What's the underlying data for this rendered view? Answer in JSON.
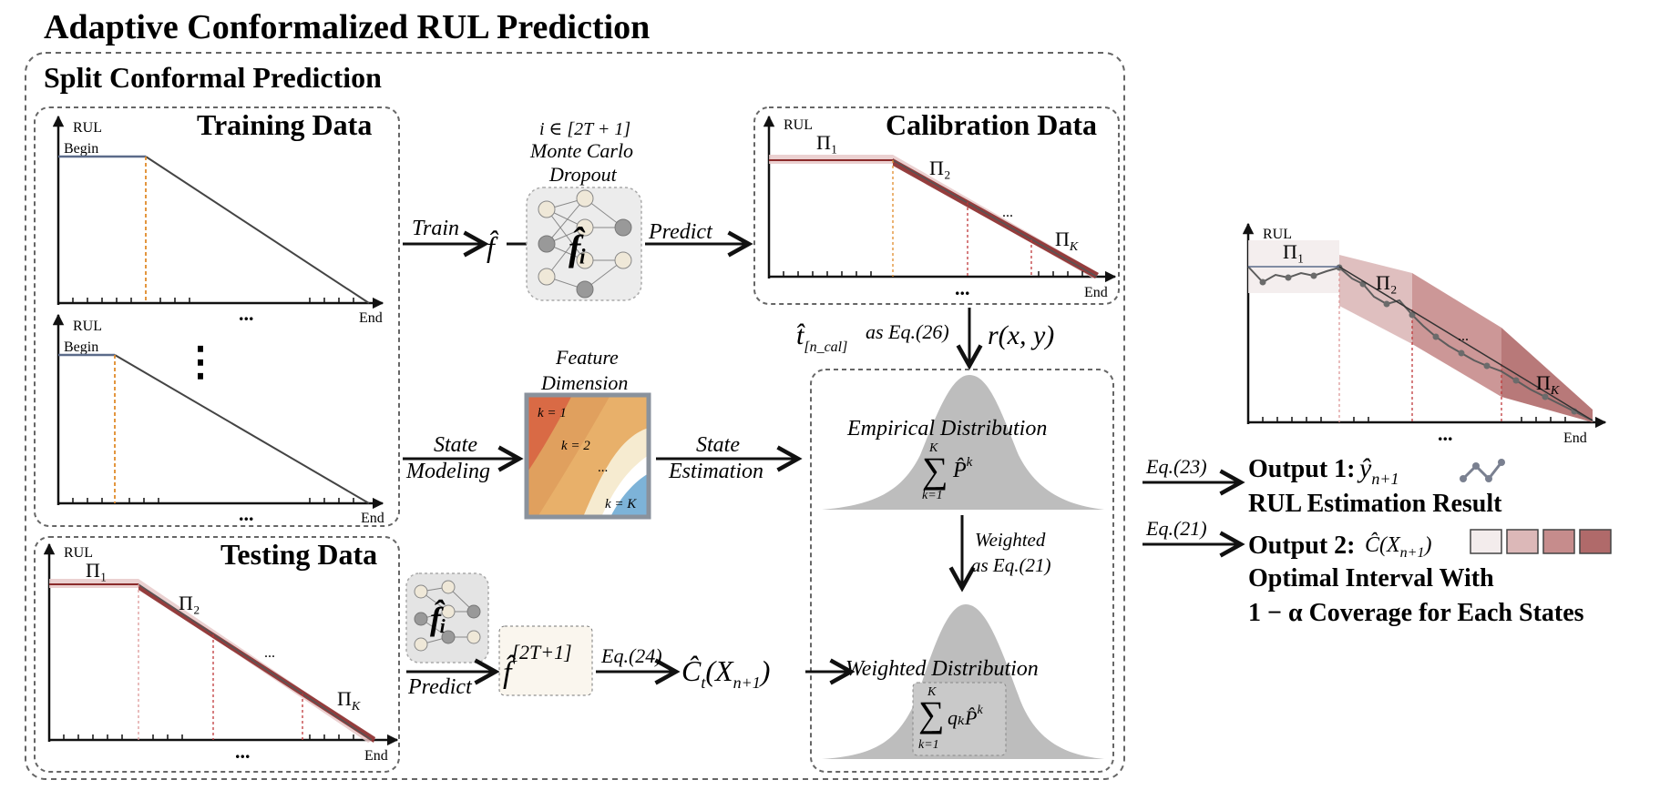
{
  "title": "Adaptive Conformalized RUL Prediction",
  "split_section_title": "Split Conformal Prediction",
  "axis": {
    "rul": "RUL",
    "begin": "Begin",
    "end": "End",
    "dots": "...",
    "vdots": "⋮"
  },
  "training_title": "Training Data",
  "testing_title": "Testing Data",
  "calibration_title": "Calibration Data",
  "stages": {
    "pi1": "Π₁",
    "pi2": "Π₂",
    "piK": "Π",
    "piK_sub": "K",
    "stage_dots": "..."
  },
  "mc_dropout": {
    "index_range": "i ∈ [2T + 1]",
    "line1": "Monte Carlo",
    "line2": "Dropout",
    "model_hat": "f̂",
    "model_i": "f̂ᵢ",
    "ensemble": "f̂",
    "ensemble_sup": "[2T+1]"
  },
  "arrows": {
    "train": "Train",
    "predict": "Predict",
    "state_modeling_1": "State",
    "state_modeling_2": "Modeling",
    "state_estimation_1": "State",
    "state_estimation_2": "Estimation",
    "eq24": "Eq.(24)",
    "weighted_1": "Weighted",
    "weighted_2": "as Eq.(21)",
    "eq23": "Eq.(23)",
    "eq21": "Eq.(21)"
  },
  "feature_dimension": {
    "line1": "Feature",
    "line2": "Dimension",
    "k1": "k = 1",
    "k2": "k = 2",
    "kdots": "...",
    "kK": "k = K"
  },
  "score": {
    "t_hat": "t̂",
    "t_sub": "[n_cal]",
    "as_eq26": "as Eq.(26)",
    "r_xy": "r(x, y)"
  },
  "empirical": {
    "label": "Empirical Distribution",
    "sum_top": "K",
    "sum_bottom": "k=1",
    "term": "P̂",
    "term_sup": "k"
  },
  "weighted": {
    "label": "Weighted Distribution",
    "sum_top": "K",
    "sum_bottom": "k=1",
    "term": "qₖP̂",
    "term_sup": "k"
  },
  "interval": {
    "c_hat": "Ĉ",
    "sub": "t",
    "arg": "(X",
    "arg_sub": "n+1",
    "close": ")"
  },
  "outputs": {
    "out1_label": "Output 1:",
    "out1_symbol": "ŷ",
    "out1_sub": "n+1",
    "out1_desc": "RUL Estimation Result",
    "out2_label": "Output 2:",
    "out2_symbol": "Ĉ(X",
    "out2_sub": "n+1",
    "out2_close": ")",
    "out2_desc1": "Optimal Interval With",
    "out2_desc2": "1 − α Coverage for Each States"
  },
  "colors": {
    "interval_dark": "#8b2b2b",
    "interval_light": "#e8c9c9",
    "swatches": [
      "#f3ecec",
      "#dcb8b8",
      "#c68c8c",
      "#b06a6a"
    ],
    "orange_dash": "#e08a2a",
    "red_dash": "#c0393b",
    "dist_fill": "#bdbdbd",
    "box_dash": "#666666"
  }
}
